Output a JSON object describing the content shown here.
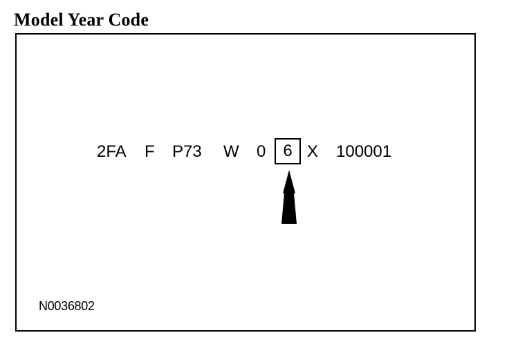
{
  "title": "Model Year Code",
  "vin_segments": [
    "2FA",
    "F",
    "P73",
    "W",
    "0",
    "6",
    "X",
    "100001"
  ],
  "highlighted_index": 5,
  "reference_code": "N0036802"
}
